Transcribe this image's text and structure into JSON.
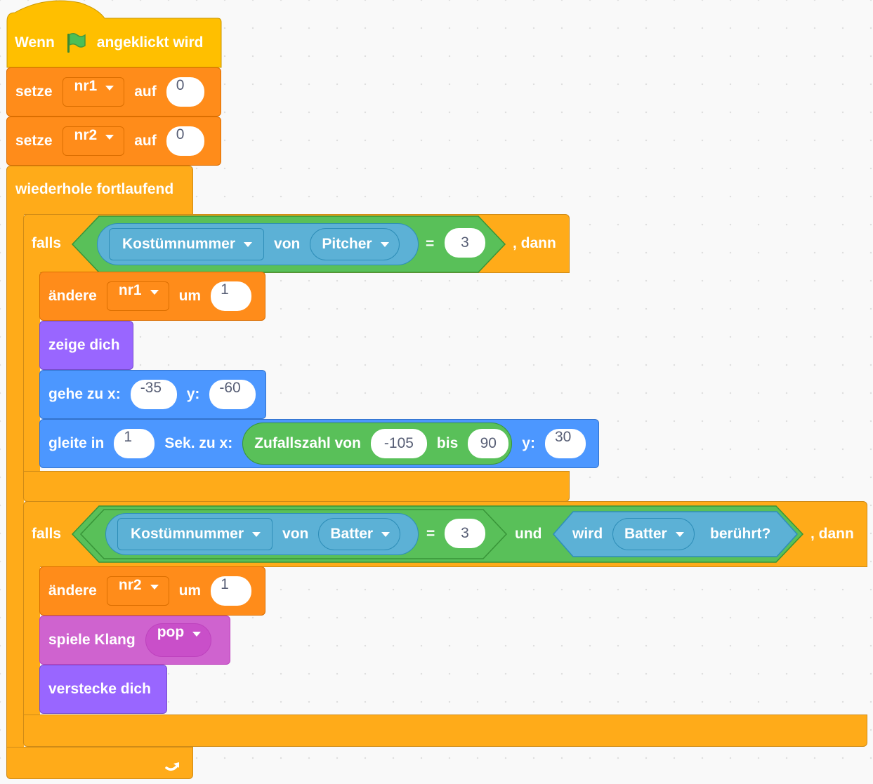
{
  "hat": {
    "label_before": "Wenn",
    "flag_icon": "green-flag-icon",
    "label_after": "angeklickt wird"
  },
  "set1": {
    "label": "setze",
    "var": "nr1",
    "word": "auf",
    "value": "0"
  },
  "set2": {
    "label": "setze",
    "var": "nr2",
    "word": "auf",
    "value": "0"
  },
  "forever": {
    "label": "wiederhole fortlaufend",
    "loop_icon": "loop-arrow-icon"
  },
  "if1": {
    "label": "falls",
    "then": ", dann",
    "cond": {
      "prop": "Kostümnummer",
      "of": "von",
      "sprite": "Pitcher",
      "eq": "=",
      "value": "3"
    },
    "change": {
      "label": "ändere",
      "var": "nr1",
      "word": "um",
      "value": "1"
    },
    "show": {
      "label": "zeige dich"
    },
    "goto": {
      "label": "gehe zu x:",
      "x": "-35",
      "ylabel": "y:",
      "y": "-60"
    },
    "glide": {
      "label": "gleite in",
      "secs": "1",
      "mid": "Sek. zu x:",
      "random_label": "Zufallszahl von",
      "from": "-105",
      "to_label": "bis",
      "to": "90",
      "ylabel": "y:",
      "y": "30"
    }
  },
  "if2": {
    "label": "falls",
    "then": ", dann",
    "cond": {
      "prop": "Kostümnummer",
      "of": "von",
      "sprite": "Batter",
      "eq": "=",
      "value": "3"
    },
    "and": "und",
    "touch": {
      "label": "wird",
      "sprite": "Batter",
      "suffix": "berührt?"
    },
    "change": {
      "label": "ändere",
      "var": "nr2",
      "word": "um",
      "value": "1"
    },
    "sound": {
      "label": "spiele Klang",
      "name": "pop"
    },
    "hide": {
      "label": "verstecke dich"
    }
  },
  "colors": {
    "events": "#ffbf00",
    "variables": "#ff8c1a",
    "control": "#ffab19",
    "operators": "#59c059",
    "sensing": "#5cb1d6",
    "looks": "#9966ff",
    "motion": "#4c97ff",
    "sound": "#cf63cf"
  }
}
